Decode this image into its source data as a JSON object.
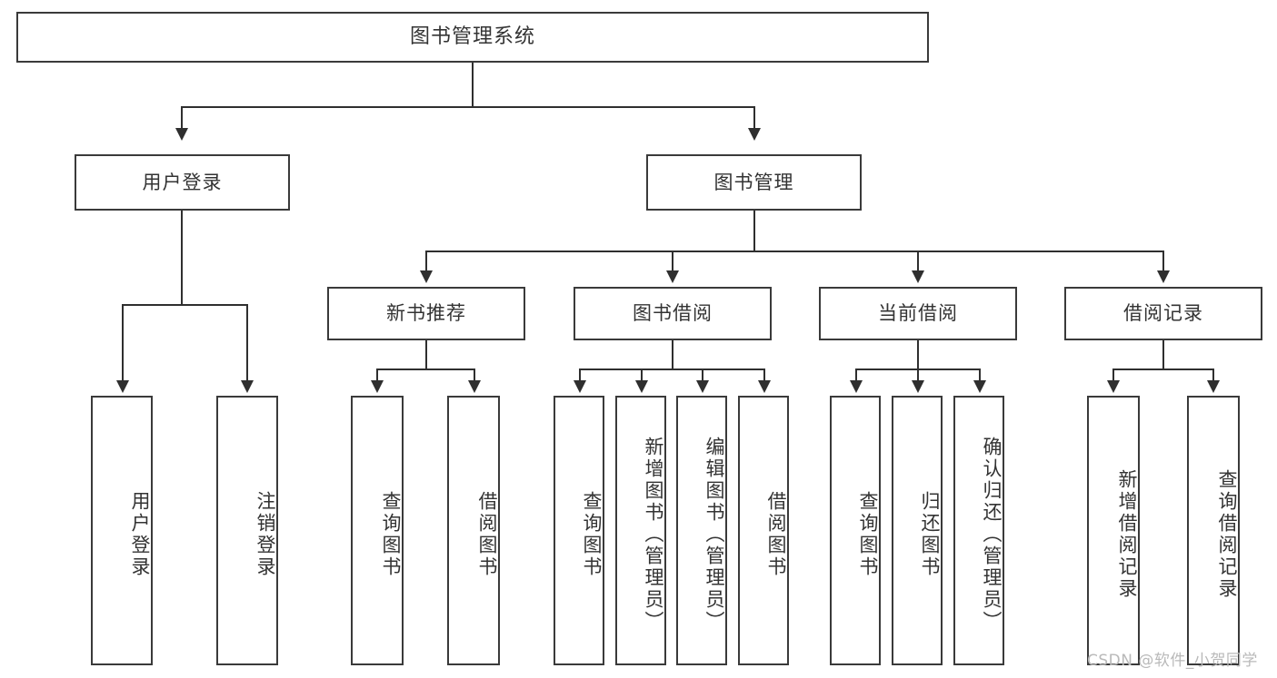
{
  "diagram": {
    "type": "tree",
    "title": "图书管理系统",
    "root": {
      "label": "图书管理系统"
    },
    "level2": [
      {
        "label": "用户登录"
      },
      {
        "label": "图书管理"
      }
    ],
    "level3": [
      {
        "label": "新书推荐"
      },
      {
        "label": "图书借阅"
      },
      {
        "label": "当前借阅"
      },
      {
        "label": "借阅记录"
      }
    ],
    "leaves": {
      "user_login": [
        {
          "label": "用户登录"
        },
        {
          "label": "注销登录"
        }
      ],
      "new_book_recommend": [
        {
          "label": "查询图书"
        },
        {
          "label": "借阅图书"
        }
      ],
      "book_borrow": [
        {
          "label": "查询图书"
        },
        {
          "label": "新增图书（管理员）"
        },
        {
          "label": "编辑图书（管理员）"
        },
        {
          "label": "借阅图书"
        }
      ],
      "current_borrow": [
        {
          "label": "查询图书"
        },
        {
          "label": "归还图书"
        },
        {
          "label": "确认归还（管理员）"
        }
      ],
      "borrow_record": [
        {
          "label": "新增借阅记录"
        },
        {
          "label": "查询借阅记录"
        }
      ]
    }
  },
  "watermark": {
    "text": "CSDN @软件_小贺同学"
  },
  "colors": {
    "box_border": "#3a3a3a",
    "connector": "#2f2f2f",
    "text": "#333333",
    "background": "#ffffff",
    "watermark": "#b9b9b9"
  }
}
